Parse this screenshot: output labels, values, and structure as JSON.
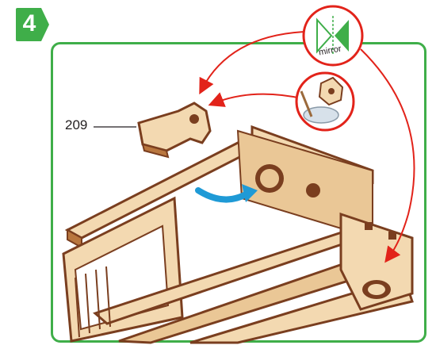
{
  "step": {
    "number": "4"
  },
  "part": {
    "label": "209"
  },
  "mirror_icon": {
    "label": "mirror",
    "icon": "mirror-icon"
  },
  "glue_icon": {
    "icon": "glue-icon"
  },
  "colors": {
    "accent_green": "#3fae49",
    "arrow_red": "#e2231a",
    "arrow_blue": "#1f9ad6",
    "wood_light": "#f3d9b1",
    "wood_mid": "#e6c08e",
    "wood_dark": "#7a3e1f"
  }
}
